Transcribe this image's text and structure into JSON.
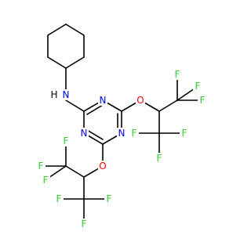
{
  "molecule": {
    "atoms": [
      {
        "id": "N_amine",
        "symbol": "N",
        "color": "#0000FF"
      },
      {
        "id": "H_amine",
        "symbol": "H",
        "color": "#000000"
      },
      {
        "id": "N_ring1",
        "symbol": "N",
        "color": "#0000FF"
      },
      {
        "id": "N_ring2",
        "symbol": "N",
        "color": "#0000FF"
      },
      {
        "id": "N_ring3",
        "symbol": "N",
        "color": "#0000FF"
      },
      {
        "id": "O_right",
        "symbol": "O",
        "color": "#FF0000"
      },
      {
        "id": "O_bottom",
        "symbol": "O",
        "color": "#FF0000"
      },
      {
        "id": "F1",
        "symbol": "F",
        "color": "#33CC33"
      },
      {
        "id": "F2",
        "symbol": "F",
        "color": "#33CC33"
      },
      {
        "id": "F3",
        "symbol": "F",
        "color": "#33CC33"
      },
      {
        "id": "F4",
        "symbol": "F",
        "color": "#33CC33"
      },
      {
        "id": "F5",
        "symbol": "F",
        "color": "#33CC33"
      },
      {
        "id": "F6",
        "symbol": "F",
        "color": "#33CC33"
      },
      {
        "id": "F7",
        "symbol": "F",
        "color": "#33CC33"
      },
      {
        "id": "F8",
        "symbol": "F",
        "color": "#33CC33"
      },
      {
        "id": "F9",
        "symbol": "F",
        "color": "#33CC33"
      },
      {
        "id": "F10",
        "symbol": "F",
        "color": "#33CC33"
      },
      {
        "id": "F11",
        "symbol": "F",
        "color": "#33CC33"
      },
      {
        "id": "F12",
        "symbol": "F",
        "color": "#33CC33"
      }
    ]
  }
}
